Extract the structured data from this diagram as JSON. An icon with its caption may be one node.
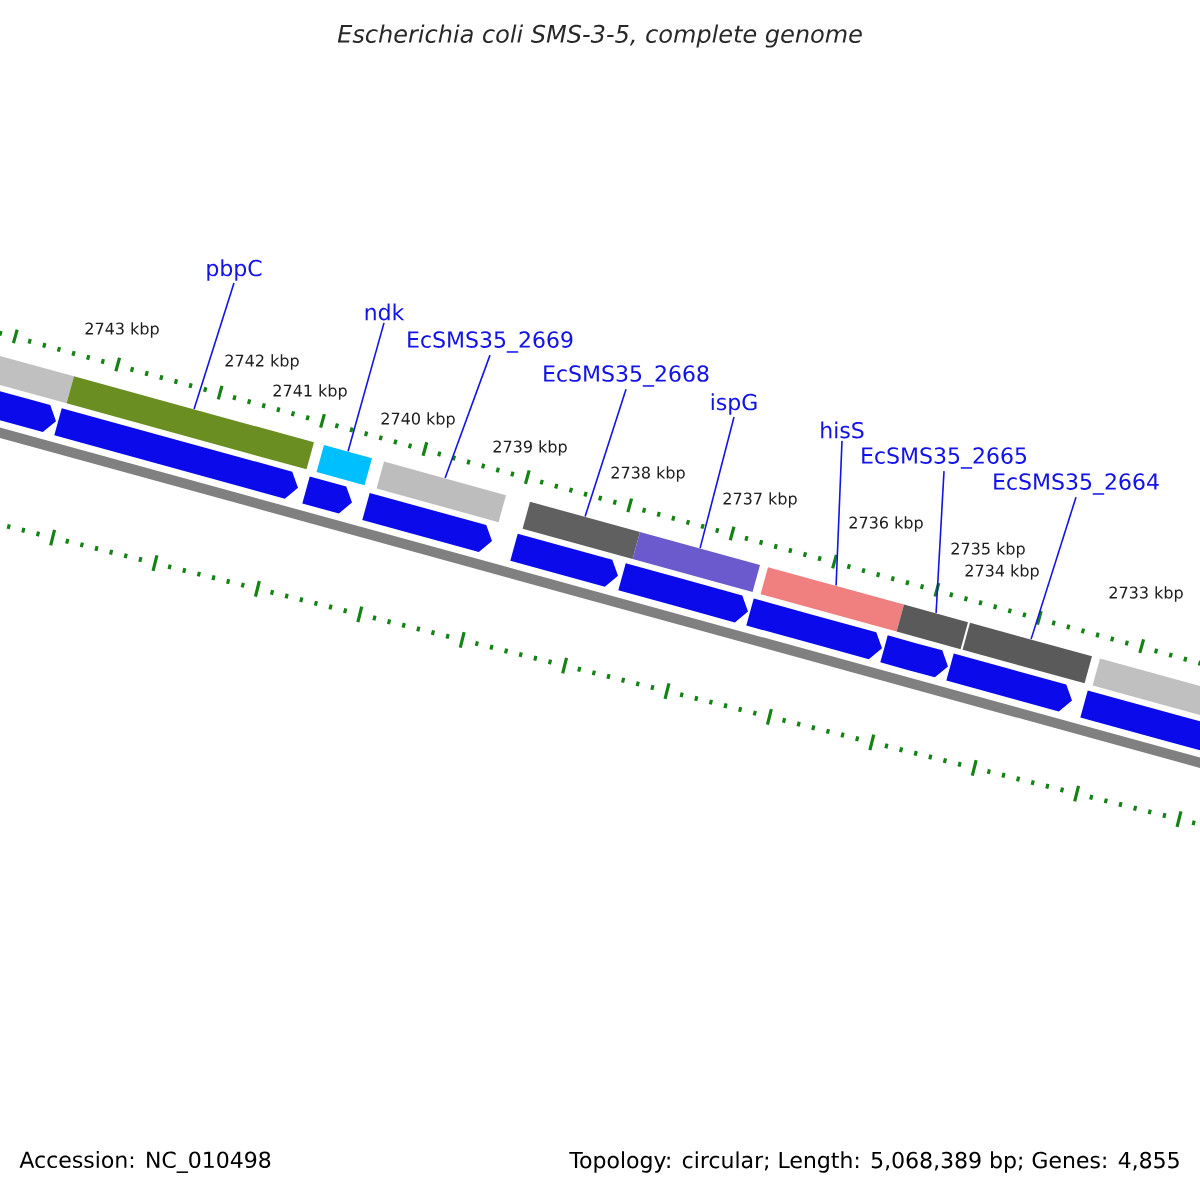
{
  "diagram": {
    "title": "Escherichia coli SMS-3-5, complete genome",
    "nodes": [
      {
        "text": [
          "pbpC"
        ]
      },
      {
        "text": [
          "ndk"
        ]
      },
      {
        "text": [
          "EcSMS35_2669"
        ]
      },
      {
        "text": [
          "EcSMS35_2668"
        ]
      },
      {
        "text": [
          "ispG"
        ]
      },
      {
        "text": [
          "hisS"
        ]
      },
      {
        "text": [
          "EcSMS35_2665"
        ]
      },
      {
        "text": [
          "EcSMS35_2664"
        ]
      },
      {
        "text": [],
        "shape": "bar"
      },
      {
        "text": [],
        "shape": "bar"
      },
      {
        "text": [],
        "shape": "bar"
      },
      {
        "text": [],
        "shape": "bar"
      },
      {
        "text": [],
        "shape": "bar"
      },
      {
        "text": [],
        "shape": "bar"
      },
      {
        "text": [],
        "shape": "bar"
      },
      {
        "text": [],
        "shape": "bar"
      },
      {
        "text": [],
        "shape": "arrow"
      },
      {
        "text": [],
        "shape": "arrow"
      },
      {
        "text": [],
        "shape": "arrow"
      },
      {
        "text": [],
        "shape": "arrow"
      },
      {
        "text": [],
        "shape": "arrow"
      },
      {
        "text": [],
        "shape": "arrow"
      },
      {
        "text": [],
        "shape": "arrow"
      },
      {
        "text": [],
        "shape": "arrow"
      },
      {
        "text": [],
        "shape": "arrow"
      },
      {
        "text": [],
        "shape": "arrow"
      }
    ],
    "edges": [
      {
        "from": 0,
        "to": 8,
        "arrow": "none"
      },
      {
        "from": 1,
        "to": 9,
        "arrow": "none"
      },
      {
        "from": 2,
        "to": 10,
        "arrow": "none"
      },
      {
        "from": 3,
        "to": 11,
        "arrow": "none"
      },
      {
        "from": 4,
        "to": 12,
        "arrow": "none"
      },
      {
        "from": 5,
        "to": 13,
        "arrow": "none"
      },
      {
        "from": 6,
        "to": 14,
        "arrow": "none"
      },
      {
        "from": 7,
        "to": 15,
        "arrow": "none"
      }
    ],
    "labels": [
      "2743 kbp",
      "2742 kbp",
      "2741 kbp",
      "2740 kbp",
      "2739 kbp",
      "2738 kbp",
      "2737 kbp",
      "2736 kbp",
      "2735 kbp",
      "2734 kbp",
      "2733 kbp",
      "Accession: NC_010498",
      "Topology: circular; Length: 5,068,389 bp; Genes: 4,855"
    ]
  }
}
